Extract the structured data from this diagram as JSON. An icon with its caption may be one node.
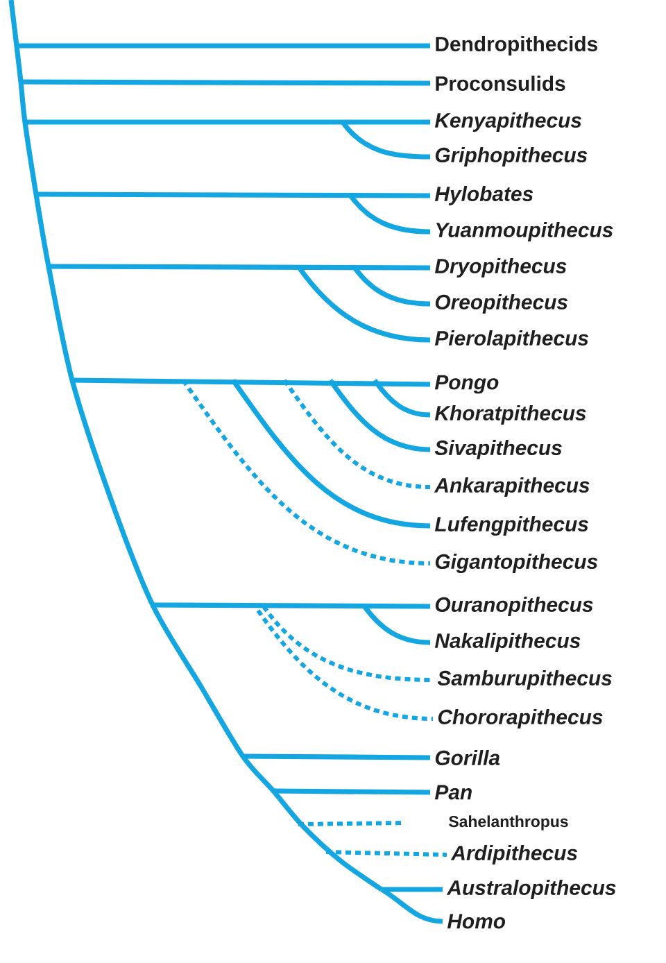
{
  "diagram": {
    "nodes": [
      {
        "text": [
          "Dendropithecids"
        ]
      },
      {
        "text": [
          "Proconsulids"
        ]
      },
      {
        "text": [
          "Kenyapithecus"
        ]
      },
      {
        "text": [
          "Griphopithecus"
        ]
      },
      {
        "text": [
          "Hylobates"
        ]
      },
      {
        "text": [
          "Yuanmoupithecus"
        ]
      },
      {
        "text": [
          "Dryopithecus"
        ]
      },
      {
        "text": [
          "Oreopithecus"
        ]
      },
      {
        "text": [
          "Pierolapithecus"
        ]
      },
      {
        "text": [
          "Pongo"
        ]
      },
      {
        "text": [
          "Khoratpithecus"
        ]
      },
      {
        "text": [
          "Sivapithecus"
        ]
      },
      {
        "text": [
          "Ankarapithecus"
        ]
      },
      {
        "text": [
          "Lufengpithecus"
        ]
      },
      {
        "text": [
          "Gigantopithecus"
        ]
      },
      {
        "text": [
          "Ouranopithecus"
        ]
      },
      {
        "text": [
          "Nakalipithecus"
        ]
      },
      {
        "text": [
          "Samburupithecus"
        ]
      },
      {
        "text": [
          "Chororapithecus"
        ]
      },
      {
        "text": [
          "Gorilla"
        ]
      },
      {
        "text": [
          "Pan"
        ]
      },
      {
        "text": [
          "Sahelanthropus"
        ]
      },
      {
        "text": [
          "Ardipithecus"
        ]
      },
      {
        "text": [
          "Australopithecus"
        ]
      },
      {
        "text": [
          "Homo"
        ]
      }
    ],
    "edges": [
      {
        "from": null,
        "to": 0,
        "arrow": "none"
      },
      {
        "from": null,
        "to": 1,
        "arrow": "none"
      },
      {
        "from": null,
        "to": 2,
        "arrow": "none"
      },
      {
        "from": null,
        "to": 3,
        "arrow": "none"
      },
      {
        "from": null,
        "to": 4,
        "arrow": "none"
      },
      {
        "from": null,
        "to": 5,
        "arrow": "none"
      },
      {
        "from": null,
        "to": 6,
        "arrow": "none"
      },
      {
        "from": null,
        "to": 7,
        "arrow": "none"
      },
      {
        "from": null,
        "to": 8,
        "arrow": "none"
      },
      {
        "from": null,
        "to": 9,
        "arrow": "none"
      },
      {
        "from": null,
        "to": 10,
        "arrow": "none"
      },
      {
        "from": null,
        "to": 11,
        "arrow": "none"
      },
      {
        "from": null,
        "to": 12,
        "arrow": "none",
        "style": "dashed"
      },
      {
        "from": null,
        "to": 13,
        "arrow": "none"
      },
      {
        "from": null,
        "to": 14,
        "arrow": "none",
        "style": "dashed"
      },
      {
        "from": null,
        "to": 15,
        "arrow": "none"
      },
      {
        "from": null,
        "to": 16,
        "arrow": "none"
      },
      {
        "from": null,
        "to": 17,
        "arrow": "none",
        "style": "dashed"
      },
      {
        "from": null,
        "to": 18,
        "arrow": "none",
        "style": "dashed"
      },
      {
        "from": null,
        "to": 19,
        "arrow": "none"
      },
      {
        "from": null,
        "to": 20,
        "arrow": "none"
      },
      {
        "from": null,
        "to": 21,
        "arrow": "none",
        "style": "dashed"
      },
      {
        "from": null,
        "to": 22,
        "arrow": "none",
        "style": "dashed"
      },
      {
        "from": null,
        "to": 23,
        "arrow": "none"
      },
      {
        "from": null,
        "to": 24,
        "arrow": "none"
      }
    ]
  }
}
